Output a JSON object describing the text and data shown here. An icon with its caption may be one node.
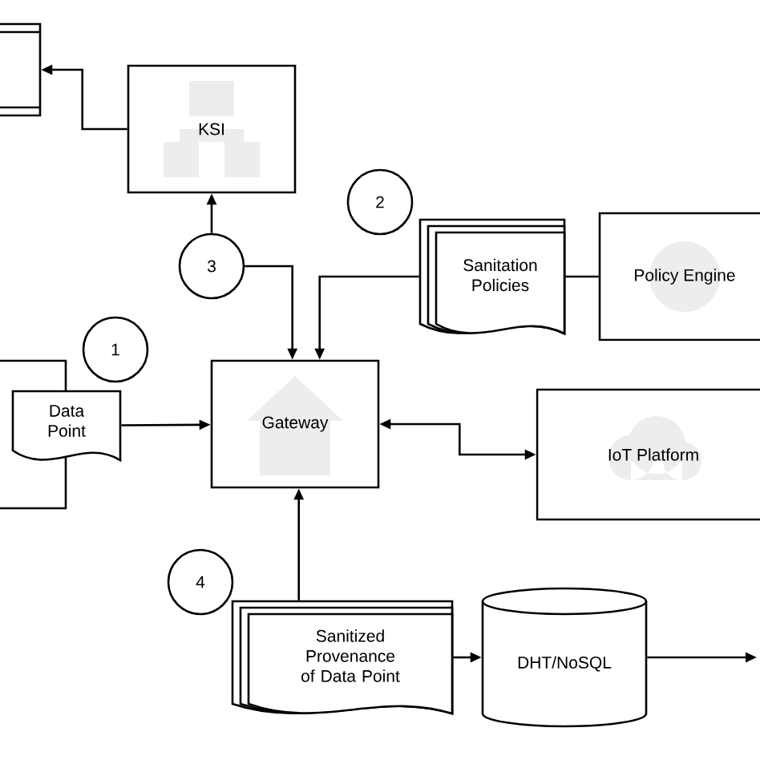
{
  "diagram": {
    "nodes": [
      {
        "text": [],
        "shape": "box"
      },
      {
        "text": [
          "KSI"
        ]
      },
      {
        "text": [
          "3"
        ]
      },
      {
        "text": [
          "2"
        ]
      },
      {
        "text": [
          "Sanitation Policies"
        ]
      },
      {
        "text": [
          "Policy Engine"
        ]
      },
      {
        "text": [
          "1"
        ]
      },
      {
        "text": [],
        "shape": "box"
      },
      {
        "text": [
          "Data Point"
        ]
      },
      {
        "text": [
          "Gateway"
        ]
      },
      {
        "text": [
          "IoT Platform"
        ]
      },
      {
        "text": [
          "4"
        ]
      },
      {
        "text": [
          "Sanitized Provenance of Data Point"
        ]
      },
      {
        "text": [
          "DHT/NoSQL"
        ]
      }
    ],
    "edges": [
      {
        "from": 1,
        "to": 0,
        "arrow": "to"
      },
      {
        "from": 2,
        "to": 1,
        "arrow": "to"
      },
      {
        "from": 2,
        "to": 9,
        "arrow": "to"
      },
      {
        "from": 4,
        "to": 9,
        "arrow": "to"
      },
      {
        "from": 5,
        "to": 4,
        "arrow": "none"
      },
      {
        "from": 8,
        "to": 9,
        "arrow": "to"
      },
      {
        "from": 9,
        "to": 10,
        "arrow": "both"
      },
      {
        "from": 12,
        "to": 9,
        "arrow": "to"
      },
      {
        "from": 12,
        "to": 13,
        "arrow": "to"
      },
      {
        "from": 13,
        "to": null,
        "arrow": "to"
      }
    ]
  }
}
